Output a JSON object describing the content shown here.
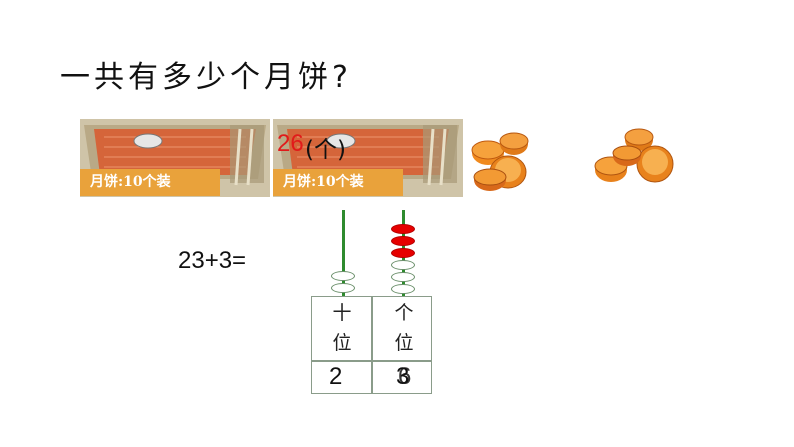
{
  "question": "一共有多少个月饼?",
  "boxes": [
    {
      "label": "月饼:10个装"
    },
    {
      "label": "月饼:10个装"
    }
  ],
  "answer": {
    "number": "26",
    "unit": "(个)"
  },
  "equation": "23+3=",
  "abacus": {
    "tens_beads": 2,
    "ones_beads_white": 3,
    "ones_beads_red": 3,
    "tens_label_top": "十",
    "tens_label_bottom": "位",
    "ones_label_top": "个",
    "ones_label_bottom": "位",
    "tens_digit": "2",
    "ones_digit_a": "3",
    "ones_digit_b": "6"
  },
  "colors": {
    "box_label_bg": "#e9a23b",
    "answer_number": "#e11a1a",
    "bead_red": "#e60000",
    "rod": "#2e8b2e"
  }
}
